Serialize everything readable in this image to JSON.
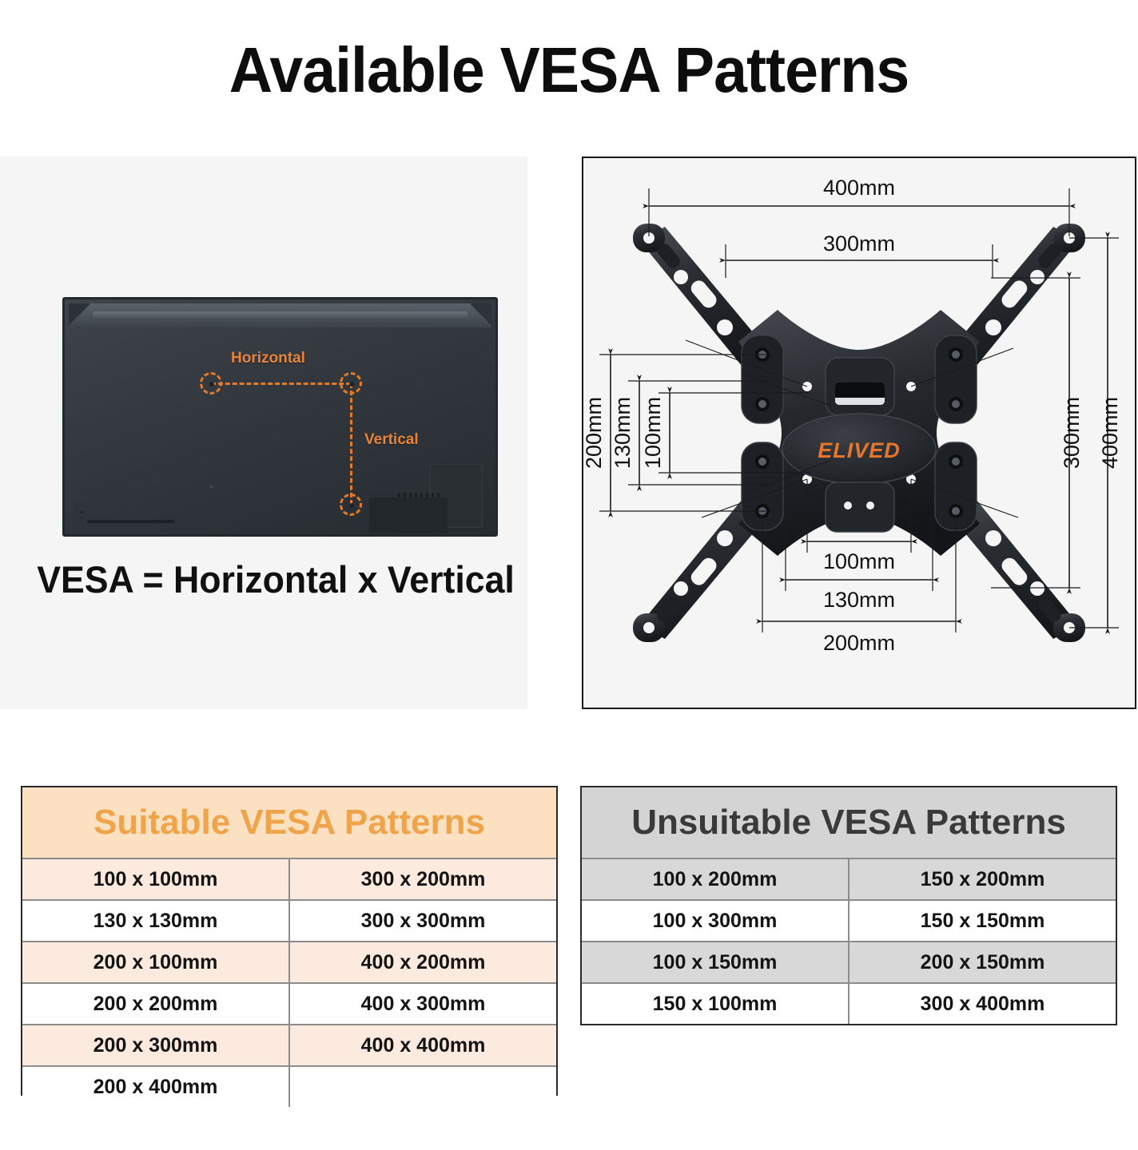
{
  "title": "Available VESA Patterns",
  "tv_panel": {
    "horizontal_label": "Horizontal",
    "vertical_label": "Vertical",
    "formula": "VESA = Horizontal x Vertical"
  },
  "mount_panel": {
    "brand_logo": "ELIVED",
    "dimensions": {
      "top_outer": "400mm",
      "top_inner": "300mm",
      "left_outer": "200mm",
      "left_mid": "130mm",
      "left_inner": "100mm",
      "right_inner": "300mm",
      "right_outer": "400mm",
      "bottom_inner": "100mm",
      "bottom_mid": "130mm",
      "bottom_outer": "200mm"
    }
  },
  "suitable_table": {
    "header": "Suitable VESA Patterns",
    "rows": [
      [
        "100 x 100mm",
        "300 x 200mm"
      ],
      [
        "130 x 130mm",
        "300 x 300mm"
      ],
      [
        "200 x 100mm",
        "400 x 200mm"
      ],
      [
        "200 x 200mm",
        "400 x 300mm"
      ],
      [
        "200 x 300mm",
        "400 x 400mm"
      ],
      [
        "200 x 400mm",
        ""
      ]
    ]
  },
  "unsuitable_table": {
    "header": "Unsuitable VESA Patterns",
    "rows": [
      [
        "100 x 200mm",
        "150 x 200mm"
      ],
      [
        "100 x 300mm",
        "150 x 150mm"
      ],
      [
        "100 x 150mm",
        "200 x 150mm"
      ],
      [
        "150 x 100mm",
        "300 x 400mm"
      ]
    ]
  },
  "colors": {
    "accent_orange": "#e8833a",
    "suitable_header_bg": "#fce0c2",
    "suitable_header_text": "#f0a44a",
    "unsuitable_header_bg": "#d4d4d4",
    "panel_bg": "#f5f5f5",
    "tv_body": "#343a40"
  }
}
